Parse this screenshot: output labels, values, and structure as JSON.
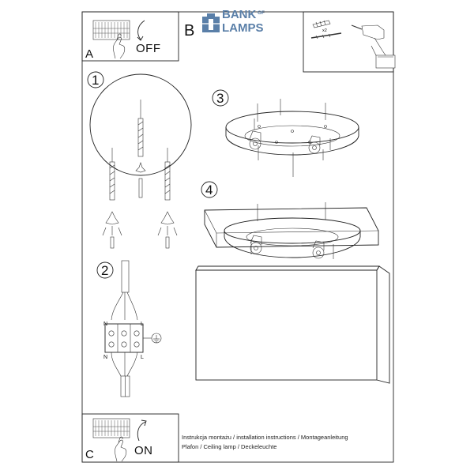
{
  "panels": {
    "a": {
      "letter": "A",
      "state": "OFF"
    },
    "b": {
      "letter": "B",
      "quantity": "x2"
    },
    "c": {
      "letter": "C",
      "state": "ON"
    }
  },
  "logo": {
    "line1": "BANK",
    "of": "OF",
    "line2": "LAMPS"
  },
  "steps": [
    "1",
    "2",
    "3",
    "4"
  ],
  "wiring": {
    "neutral": "N",
    "live": "L"
  },
  "footer": {
    "line1": "Instrukcja montażu / installation instructions / Montageanleitung",
    "line2": "Plafon / Ceiling lamp / Deckeleuchte"
  },
  "colors": {
    "line": "#222222",
    "logo": "#5a7fa8",
    "background": "#ffffff"
  }
}
